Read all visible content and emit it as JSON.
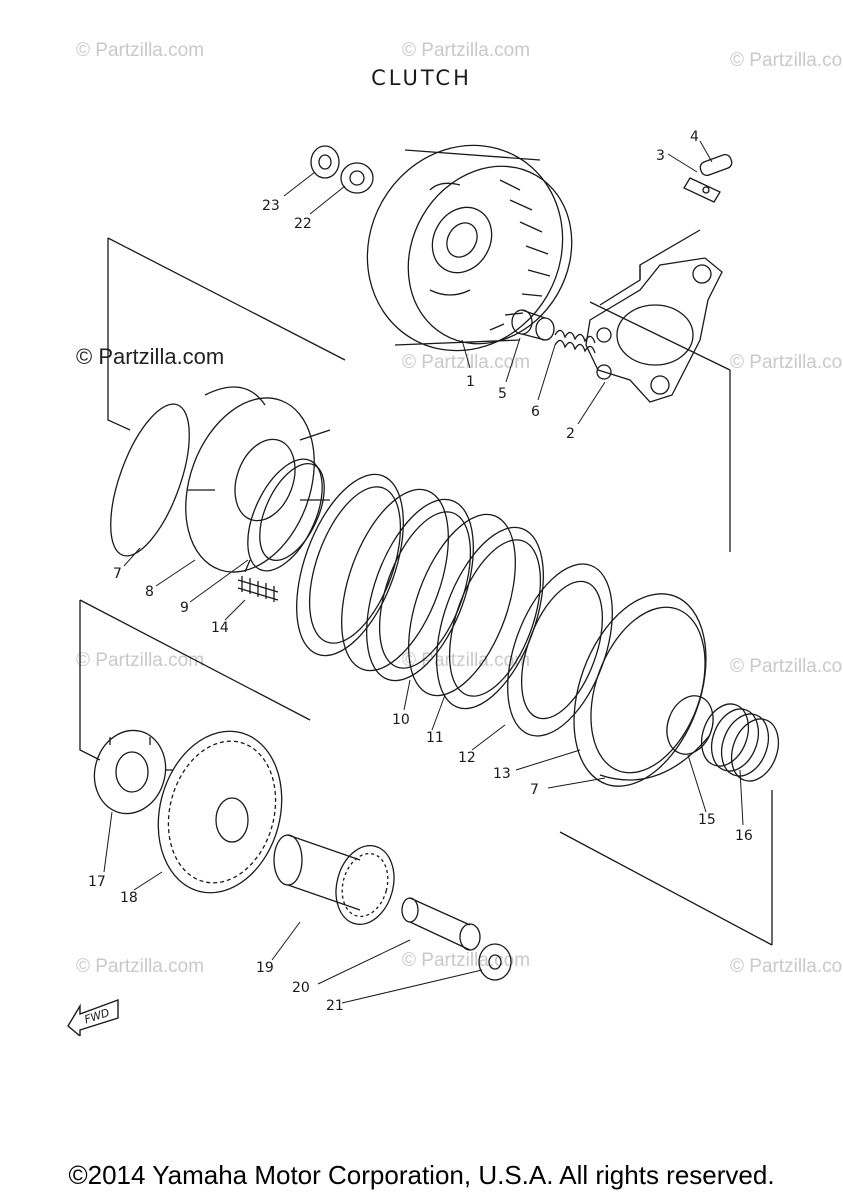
{
  "title": "CLUTCH",
  "copyright": "©2014 Yamaha Motor Corporation, U.S.A. All rights reserved.",
  "watermark": "© Partzilla.com",
  "fwd_label": "FWD",
  "callouts": [
    "1",
    "2",
    "3",
    "4",
    "5",
    "6",
    "7",
    "8",
    "9",
    "10",
    "11",
    "12",
    "13",
    "7",
    "14",
    "15",
    "16",
    "17",
    "18",
    "19",
    "20",
    "21",
    "22",
    "23"
  ],
  "colors": {
    "ink": "#1a1a1a",
    "watermark": "#c9c9c9"
  }
}
